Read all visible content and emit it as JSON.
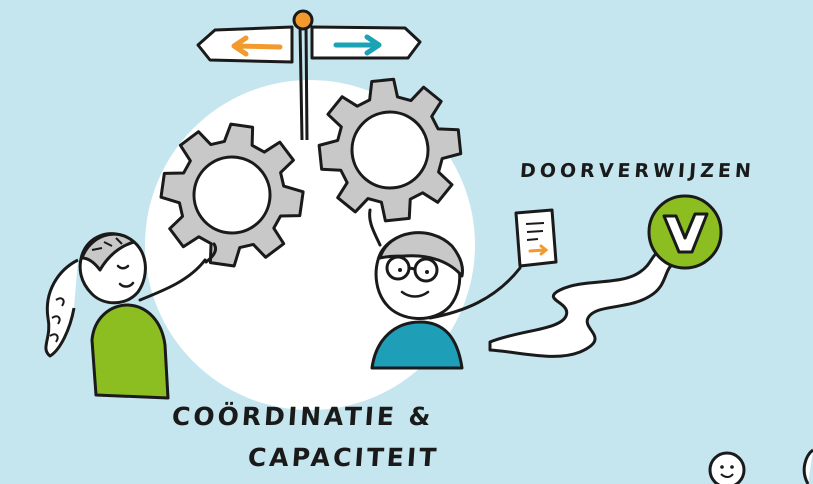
{
  "labels": {
    "refer": "DOORVERWIJZEN",
    "coordination_line1": "COÖRDINATIE &",
    "coordination_line2": "CAPACITEIT"
  },
  "colors": {
    "background": "#c5e6ee",
    "circle": "#ffffff",
    "gear": "#c8c8c8",
    "outline": "#1a1a1a",
    "arrow_left": "#f29a2e",
    "arrow_right": "#1aa3b5",
    "sign_knob": "#f29a2e",
    "woman_shirt": "#8cbe22",
    "man_shirt": "#1f9eb8",
    "check_badge": "#8cbe22"
  },
  "icons": [
    "signpost-icon",
    "gear-icon",
    "document-icon",
    "check-badge-icon",
    "path-icon"
  ]
}
